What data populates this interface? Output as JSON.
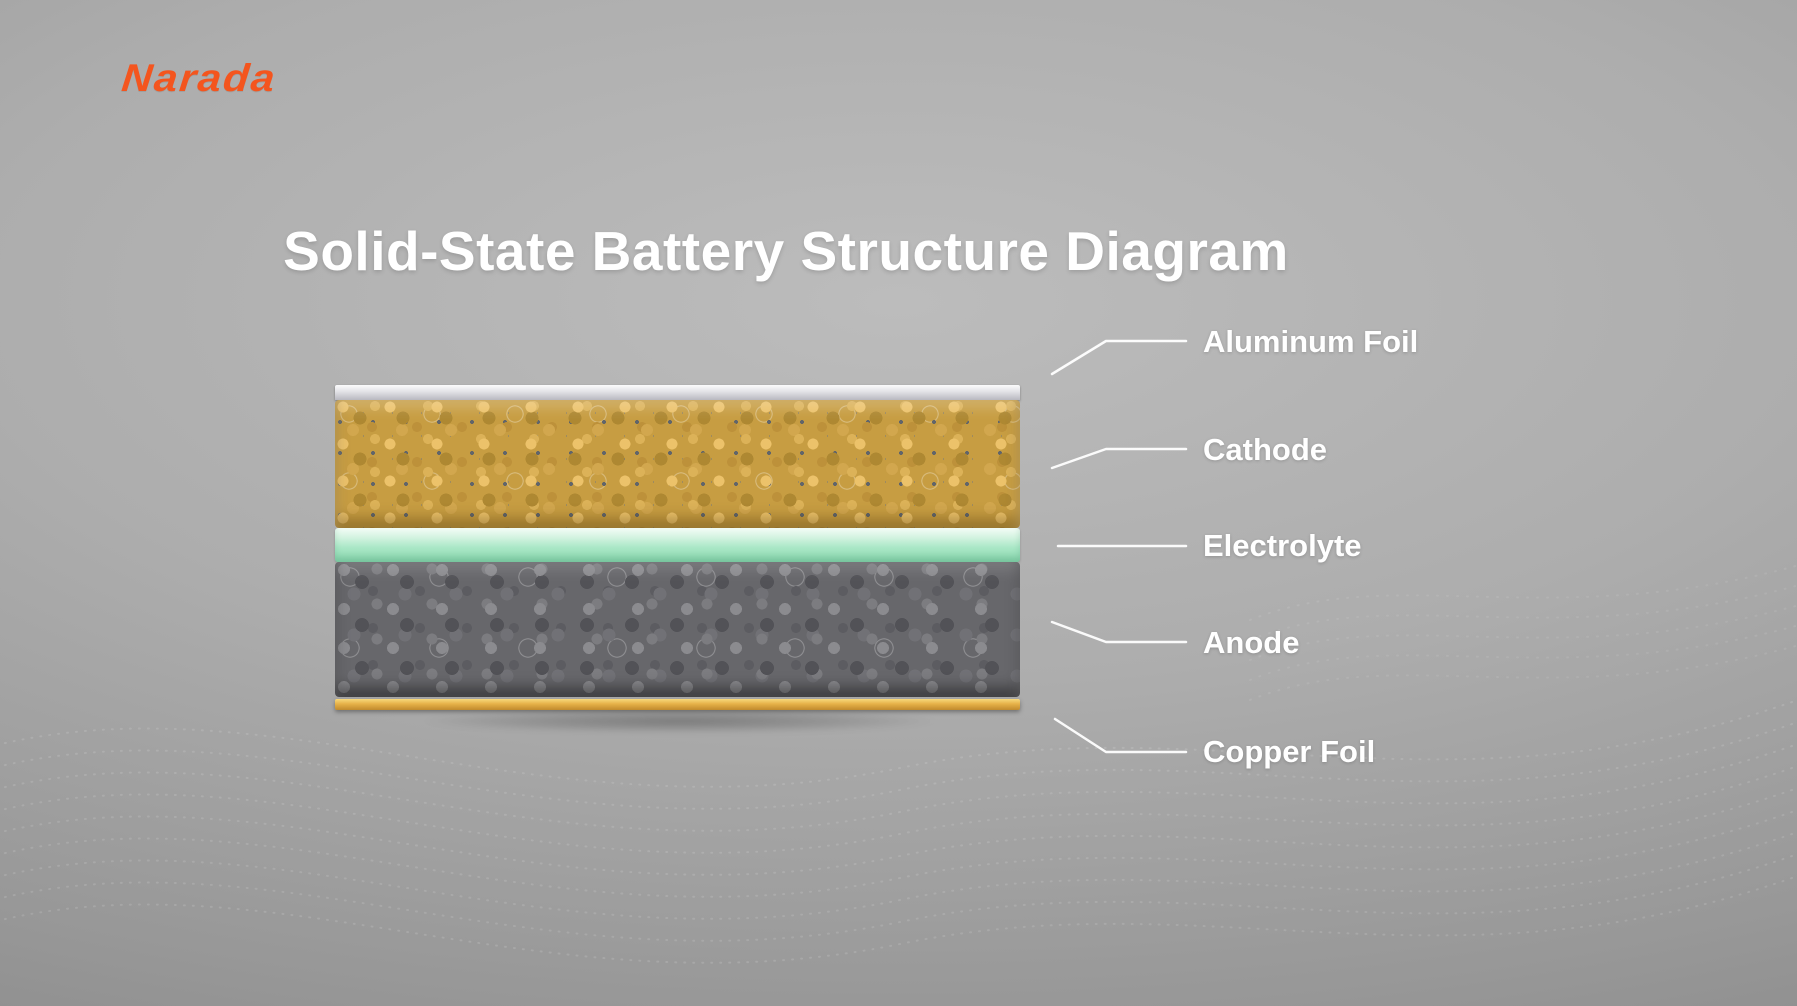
{
  "brand": {
    "logo_text": "Narada"
  },
  "title": "Solid-State Battery Structure Diagram",
  "colors": {
    "logo_orange": "#F4551E",
    "background_gray": "#ADADAD",
    "label_white": "#FFFFFF",
    "aluminum_silver": "#E2E2E6",
    "cathode_gold": "#C79D42",
    "electrolyte_mint": "#A9E7C6",
    "anode_gray": "#67676B",
    "copper_gold": "#E6B148"
  },
  "diagram": {
    "name": "solid-state-battery-layer-stack",
    "layers": [
      {
        "key": "aluminum-foil",
        "label": "Aluminum Foil"
      },
      {
        "key": "cathode",
        "label": "Cathode"
      },
      {
        "key": "electrolyte",
        "label": "Electrolyte"
      },
      {
        "key": "anode",
        "label": "Anode"
      },
      {
        "key": "copper-foil",
        "label": "Copper Foil"
      }
    ]
  }
}
